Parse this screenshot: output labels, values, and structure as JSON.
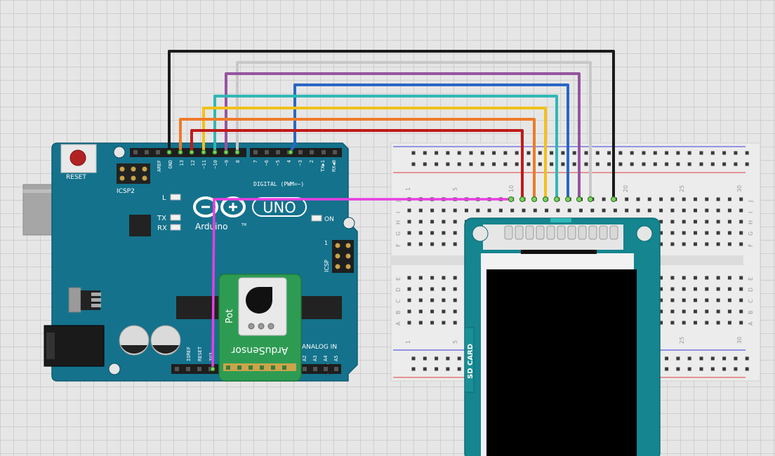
{
  "arduino": {
    "reset_label": "RESET",
    "icsp2_label": "ICSP2",
    "icsp_label": "ICSP",
    "icsp_pin1": "1",
    "aref_label": "AREF",
    "gnd_label": "GND",
    "pin13_label": "13",
    "pin12_label": "12",
    "pin11_label": "~11",
    "pin10_label": "~10",
    "pin9_label": "~9",
    "pin8_label": "8",
    "pin7_label": "7",
    "pin6_label": "~6",
    "pin5_label": "~5",
    "pin4_label": "4",
    "pin3_label": "~3",
    "pin2_label": "2",
    "tx1_label": "TX▶1",
    "rx0_label": "RX◀0",
    "digital_label": "DIGITAL (PWM=~)",
    "l_led_label": "L",
    "tx_led_label": "TX",
    "rx_led_label": "RX",
    "on_label": "ON",
    "uno_label": "UNO",
    "brand_label": "Arduino",
    "tm": "TM",
    "ioref_label": "IOREF",
    "reset_pin_label": "RESET",
    "v33_label": "3V3",
    "analog_label": "ANALOG IN",
    "a2_label": "A2",
    "a3_label": "A3",
    "a4_label": "A4",
    "a5_label": "A5"
  },
  "breadboard": {
    "col_1": "1",
    "col_5": "5",
    "col_10": "10",
    "col_20": "20",
    "col_25": "25",
    "col_30": "30",
    "row_j": "J",
    "row_i": "I",
    "row_h": "H",
    "row_g": "G",
    "row_f": "F",
    "row_e": "E",
    "row_d": "D",
    "row_c": "C",
    "row_b": "B",
    "row_a": "A"
  },
  "sensor": {
    "pot_label": "Pot",
    "brand_label": "ArduSensor"
  },
  "display": {
    "sd_label": "SD CARD"
  },
  "colors": {
    "board": "#14728c",
    "board_dark": "#0e5c71",
    "wire_black": "#1a1a1a",
    "wire_white": "#c8c8c8",
    "wire_purple": "#94559f",
    "wire_blue": "#2a67c4",
    "wire_cyan": "#2fb8b6",
    "wire_yellow": "#f2c11a",
    "wire_orange": "#ef7a2a",
    "wire_red": "#c01a1a",
    "wire_magenta": "#e83ee2",
    "sensor_green": "#2e9b53",
    "display_teal": "#15858f"
  }
}
